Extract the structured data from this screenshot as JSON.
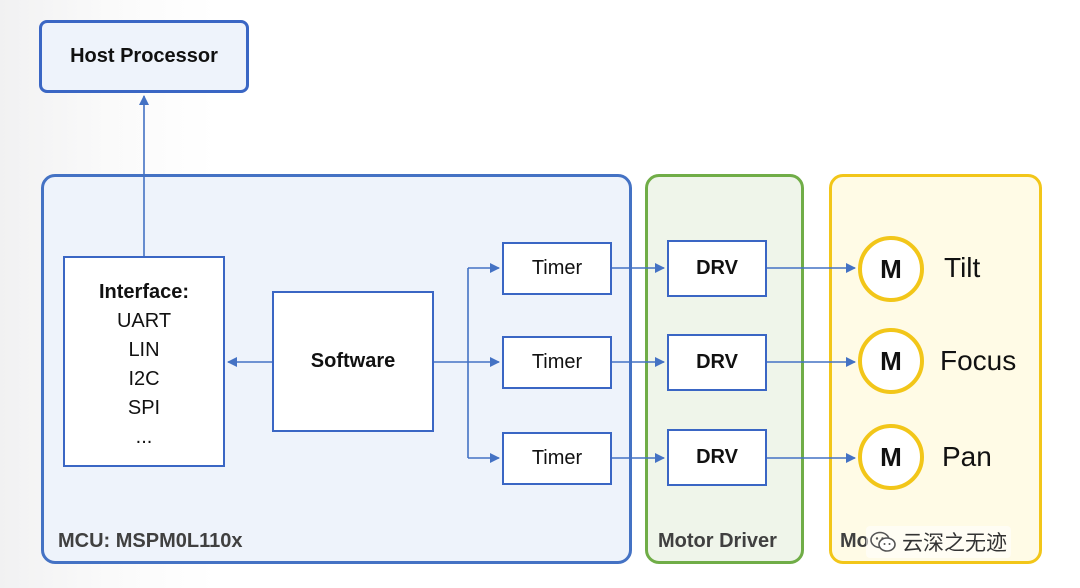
{
  "host_processor": {
    "label": "Host Processor"
  },
  "regions": {
    "mcu": {
      "label": "MCU: MSPM0L110x",
      "color": "#4472c4",
      "fill": "#eef3fb"
    },
    "motor_driver": {
      "label": "Motor Driver",
      "color": "#70ad47",
      "fill": "#eff5ea"
    },
    "motors": {
      "label": "Mo",
      "color": "#f2c619",
      "fill": "#fffbe6"
    }
  },
  "interface": {
    "title": "Interface:",
    "items": [
      "UART",
      "LIN",
      "I2C",
      "SPI",
      "..."
    ]
  },
  "software": {
    "label": "Software"
  },
  "timers": [
    "Timer",
    "Timer",
    "Timer"
  ],
  "drivers": [
    "DRV",
    "DRV",
    "DRV"
  ],
  "motors": [
    {
      "symbol": "M",
      "name": "Tilt"
    },
    {
      "symbol": "M",
      "name": "Focus"
    },
    {
      "symbol": "M",
      "name": "Pan"
    }
  ],
  "watermark": {
    "text": "云深之无迹",
    "icon": "wechat-icon"
  },
  "colors": {
    "arrow": "#4472c4",
    "box_border": "#3a66c4",
    "motor_ring": "#f2c619"
  }
}
